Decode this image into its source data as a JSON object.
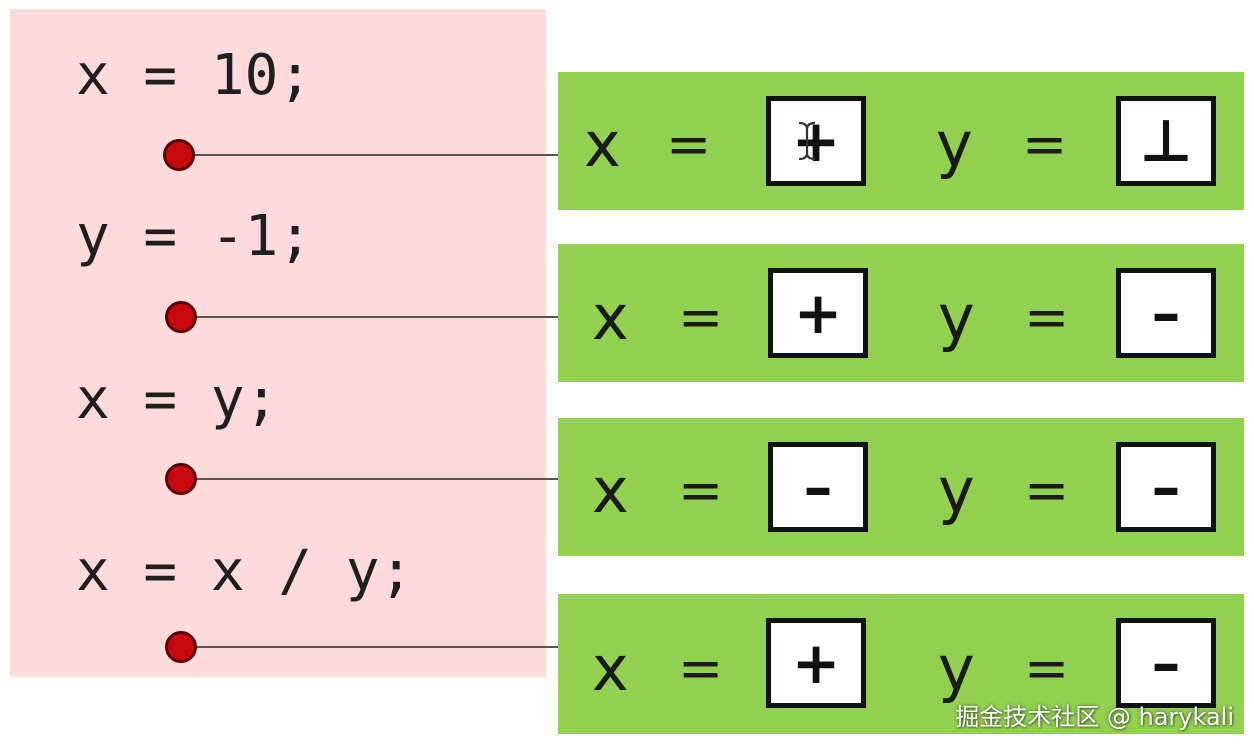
{
  "code_lines": [
    {
      "text": "x = 10;"
    },
    {
      "text": "y = -1;"
    },
    {
      "text": "x = y;"
    },
    {
      "text": "x = x / y;"
    }
  ],
  "states": [
    {
      "x_label": "x",
      "x_equals": "=",
      "x_value": "+",
      "y_label": "y",
      "y_equals": "=",
      "y_value": "⊥"
    },
    {
      "x_label": "x",
      "x_equals": "=",
      "x_value": "+",
      "y_label": "y",
      "y_equals": "=",
      "y_value": "–"
    },
    {
      "x_label": "x",
      "x_equals": "=",
      "x_value": "–",
      "y_label": "y",
      "y_equals": "=",
      "y_value": "–"
    },
    {
      "x_label": "x",
      "x_equals": "=",
      "x_value": "+",
      "y_label": "y",
      "y_equals": "=",
      "y_value": "–"
    }
  ],
  "watermark": "掘金技术社区 @ harykali",
  "colors": {
    "code_background": "#ffdcdb",
    "state_background": "#92d050",
    "program_point": "#c8080d"
  },
  "icons": {
    "cursor": "text-cursor-icon"
  }
}
